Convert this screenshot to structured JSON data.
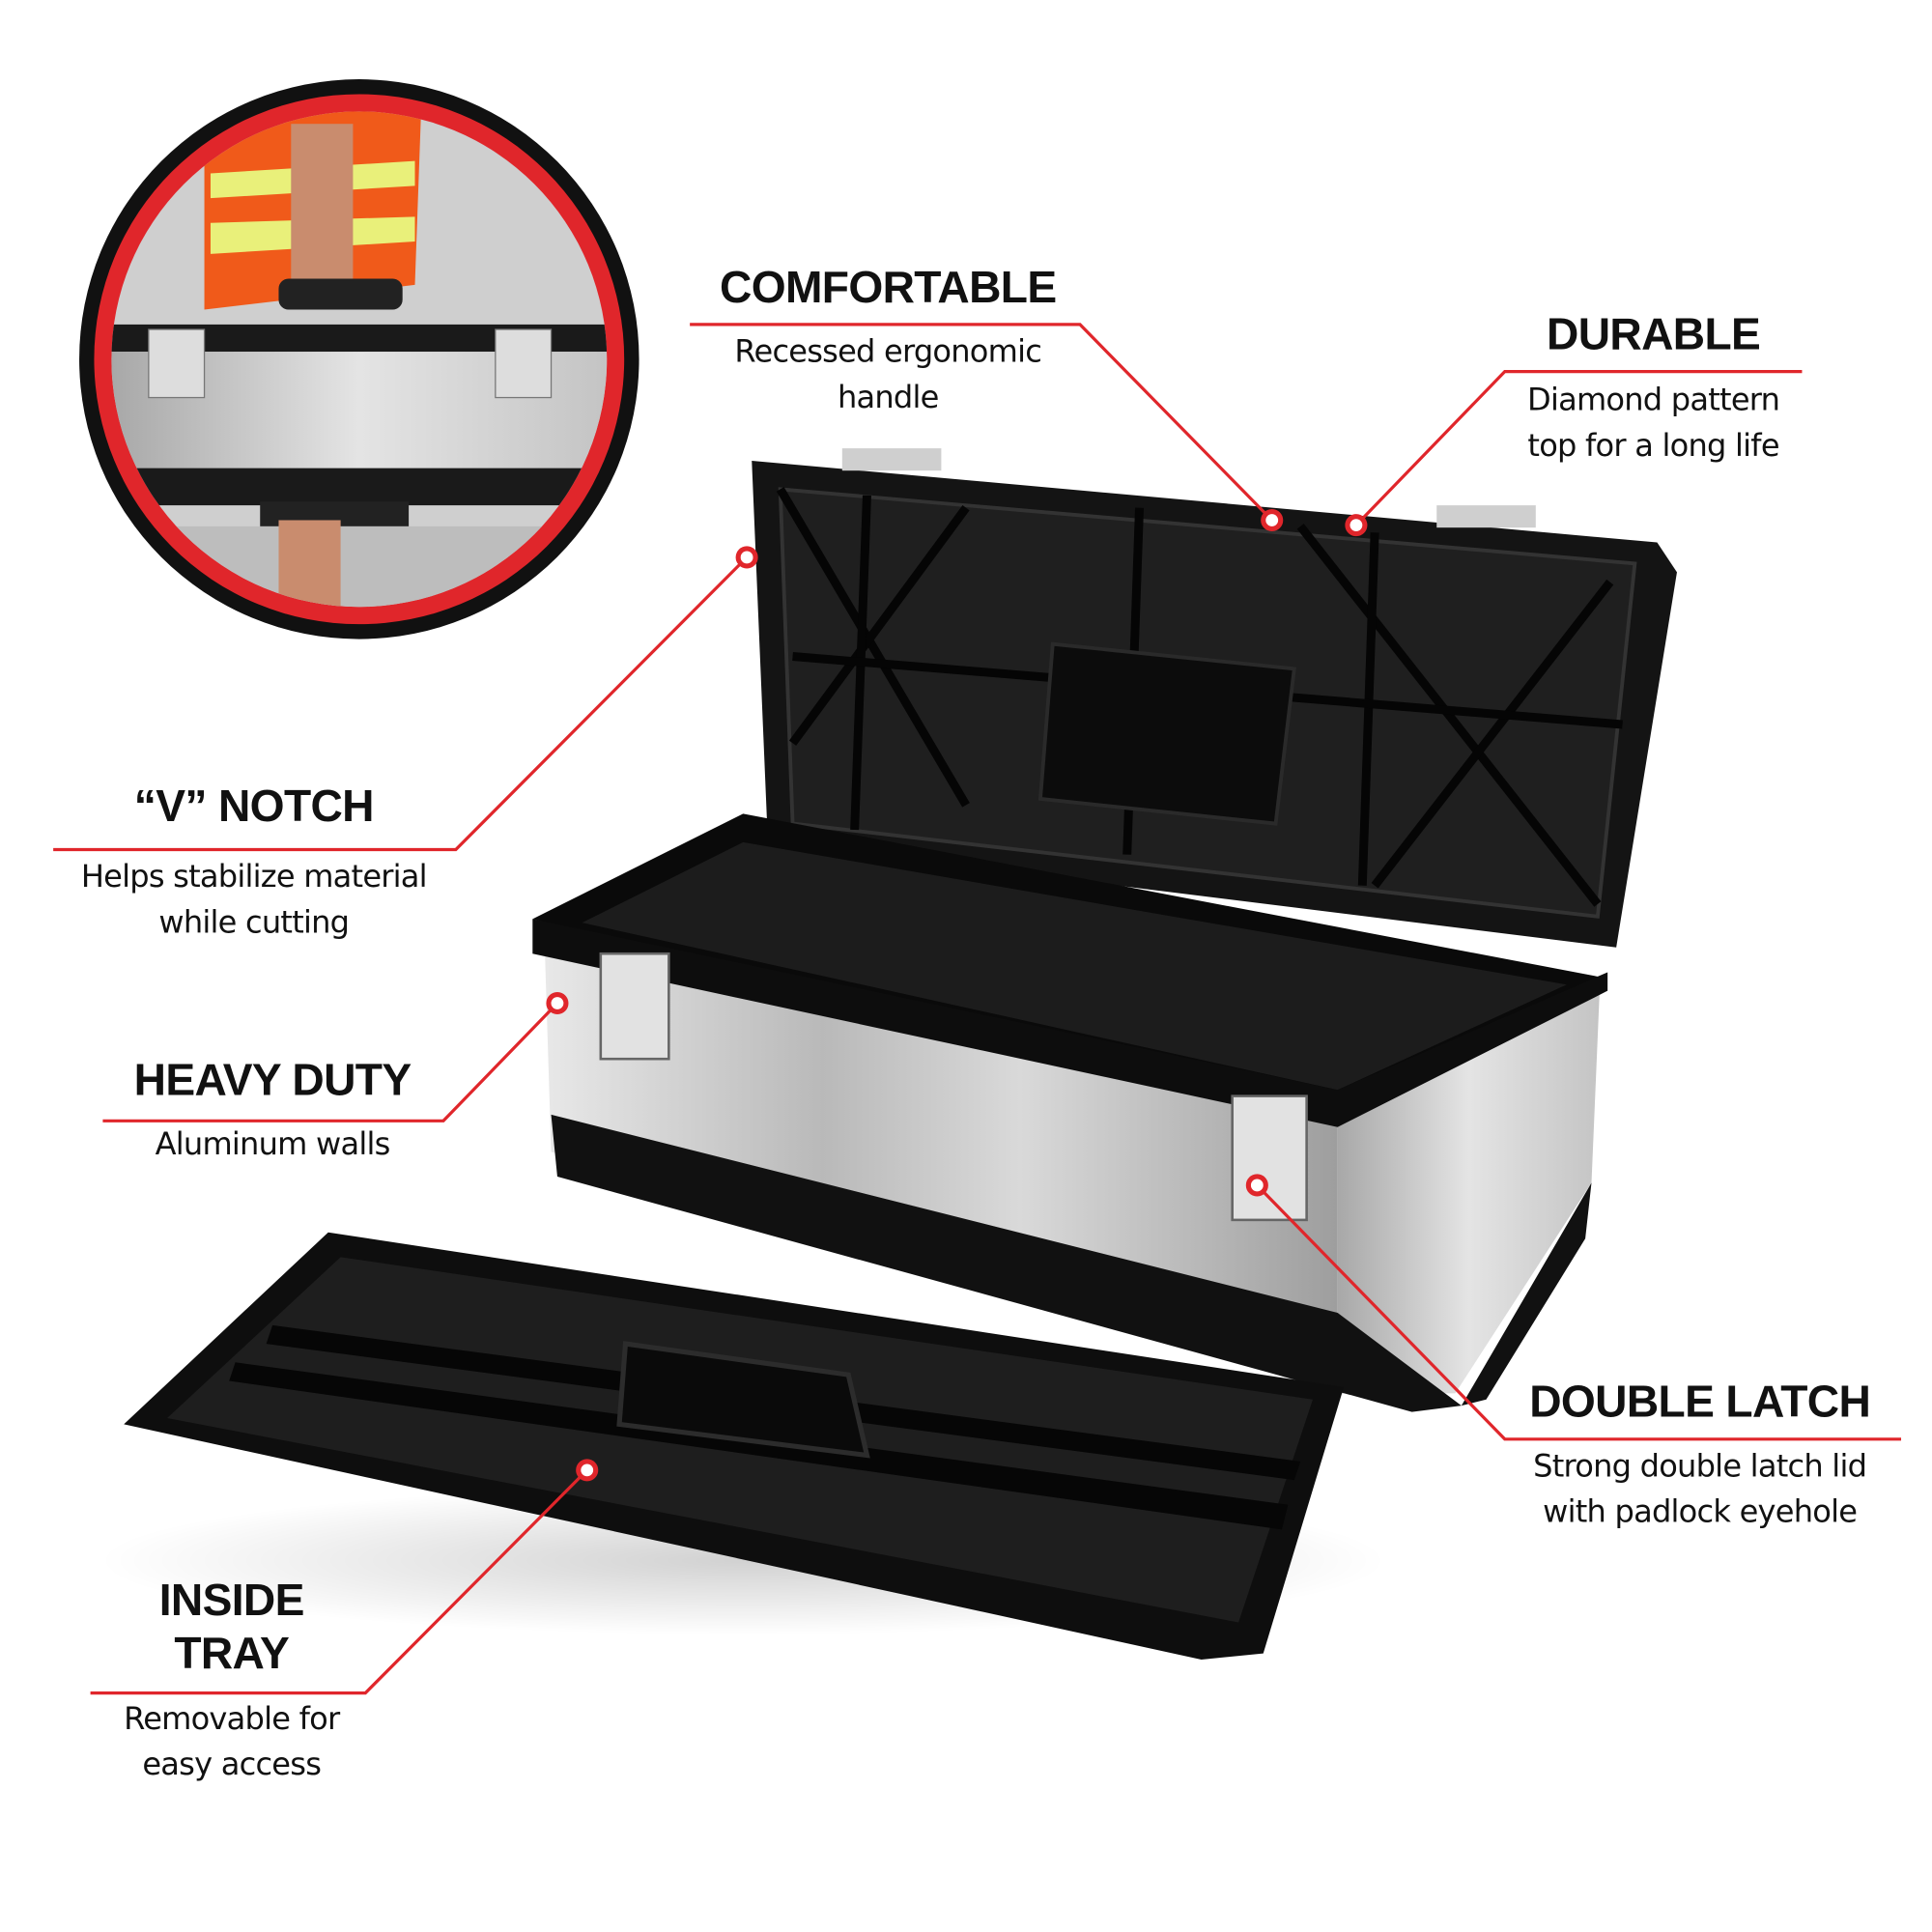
{
  "accent_color": "#e0262b",
  "callouts": {
    "comfortable": {
      "title": "COMFORTABLE",
      "lines": [
        "Recessed ergonomic",
        "handle"
      ]
    },
    "durable": {
      "title": "DURABLE",
      "lines": [
        "Diamond pattern",
        "top for a long life"
      ]
    },
    "v_notch": {
      "title": "“V” NOTCH",
      "lines": [
        "Helps stabilize material",
        "while cutting"
      ]
    },
    "heavy_duty": {
      "title": "HEAVY DUTY",
      "lines": [
        "Aluminum walls"
      ]
    },
    "double_latch": {
      "title": "DOUBLE LATCH",
      "lines": [
        "Strong double latch lid",
        "with padlock eyehole"
      ]
    },
    "inside_tray": {
      "title_lines": [
        "INSIDE",
        "TRAY"
      ],
      "lines": [
        "Removable for",
        "easy access"
      ]
    }
  }
}
